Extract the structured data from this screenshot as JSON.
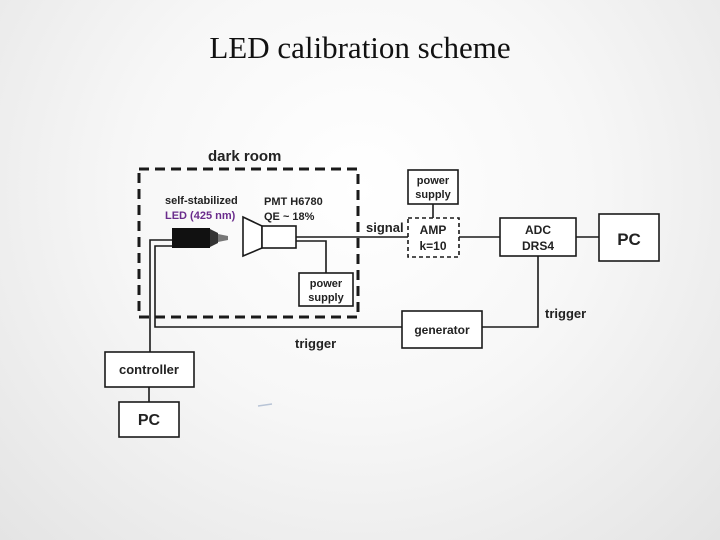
{
  "title": "LED calibration scheme",
  "dark_room": {
    "label": "dark room"
  },
  "led": {
    "label_line1": "self-stabilized",
    "label_line2": "LED (425 nm)",
    "label_line2_color": "#6a2c8c"
  },
  "pmt": {
    "label_line1": "PMT H6780",
    "label_line2": "QE ~ 18%"
  },
  "pmt_power_supply": {
    "line1": "power",
    "line2": "supply"
  },
  "amp_power_supply": {
    "line1": "power",
    "line2": "supply"
  },
  "amp": {
    "line1": "AMP",
    "line2": "k=10"
  },
  "adc": {
    "line1": "ADC",
    "line2": "DRS4"
  },
  "pc_right": {
    "label": "PC"
  },
  "pc_bottom": {
    "label": "PC"
  },
  "generator": {
    "label": "generator"
  },
  "controller": {
    "label": "controller"
  },
  "wire_labels": {
    "signal": "signal",
    "trigger_right": "trigger",
    "trigger_bottom": "trigger"
  }
}
